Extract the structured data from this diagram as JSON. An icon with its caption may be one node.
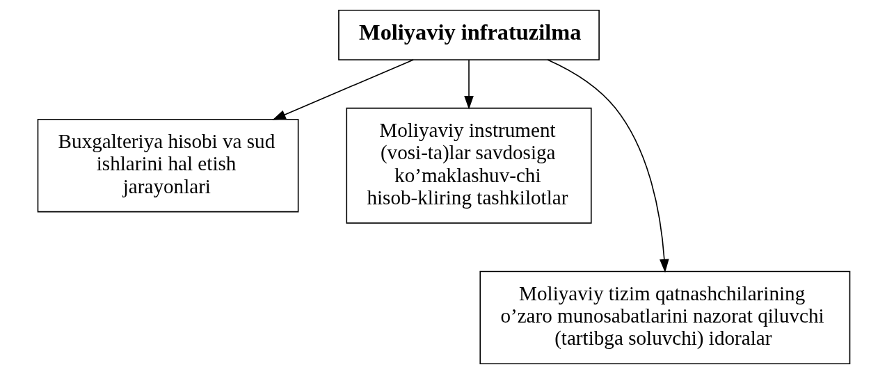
{
  "diagram": {
    "nodes": [
      {
        "text": [
          "Moliyaviy infratuzilma"
        ]
      },
      {
        "text": [
          "Buxgalteriya hisobi va sud ishlarini hal etish jarayonlari"
        ]
      },
      {
        "text": [
          "Moliyaviy instrument (vosi-ta)lar savdosiga ko’maklashuv-chi hisob-kliring tashkilotlar"
        ]
      },
      {
        "text": [
          "Moliyaviy tizim qatnashchilarining o’zaro munosabatlarini nazorat qiluvchi (tartibga soluvchi) idoralar"
        ]
      }
    ],
    "edges": [
      {
        "from": 0,
        "to": 1,
        "arrow": "to"
      },
      {
        "from": 0,
        "to": 2,
        "arrow": "to"
      },
      {
        "from": 0,
        "to": 3,
        "arrow": "to"
      }
    ]
  }
}
